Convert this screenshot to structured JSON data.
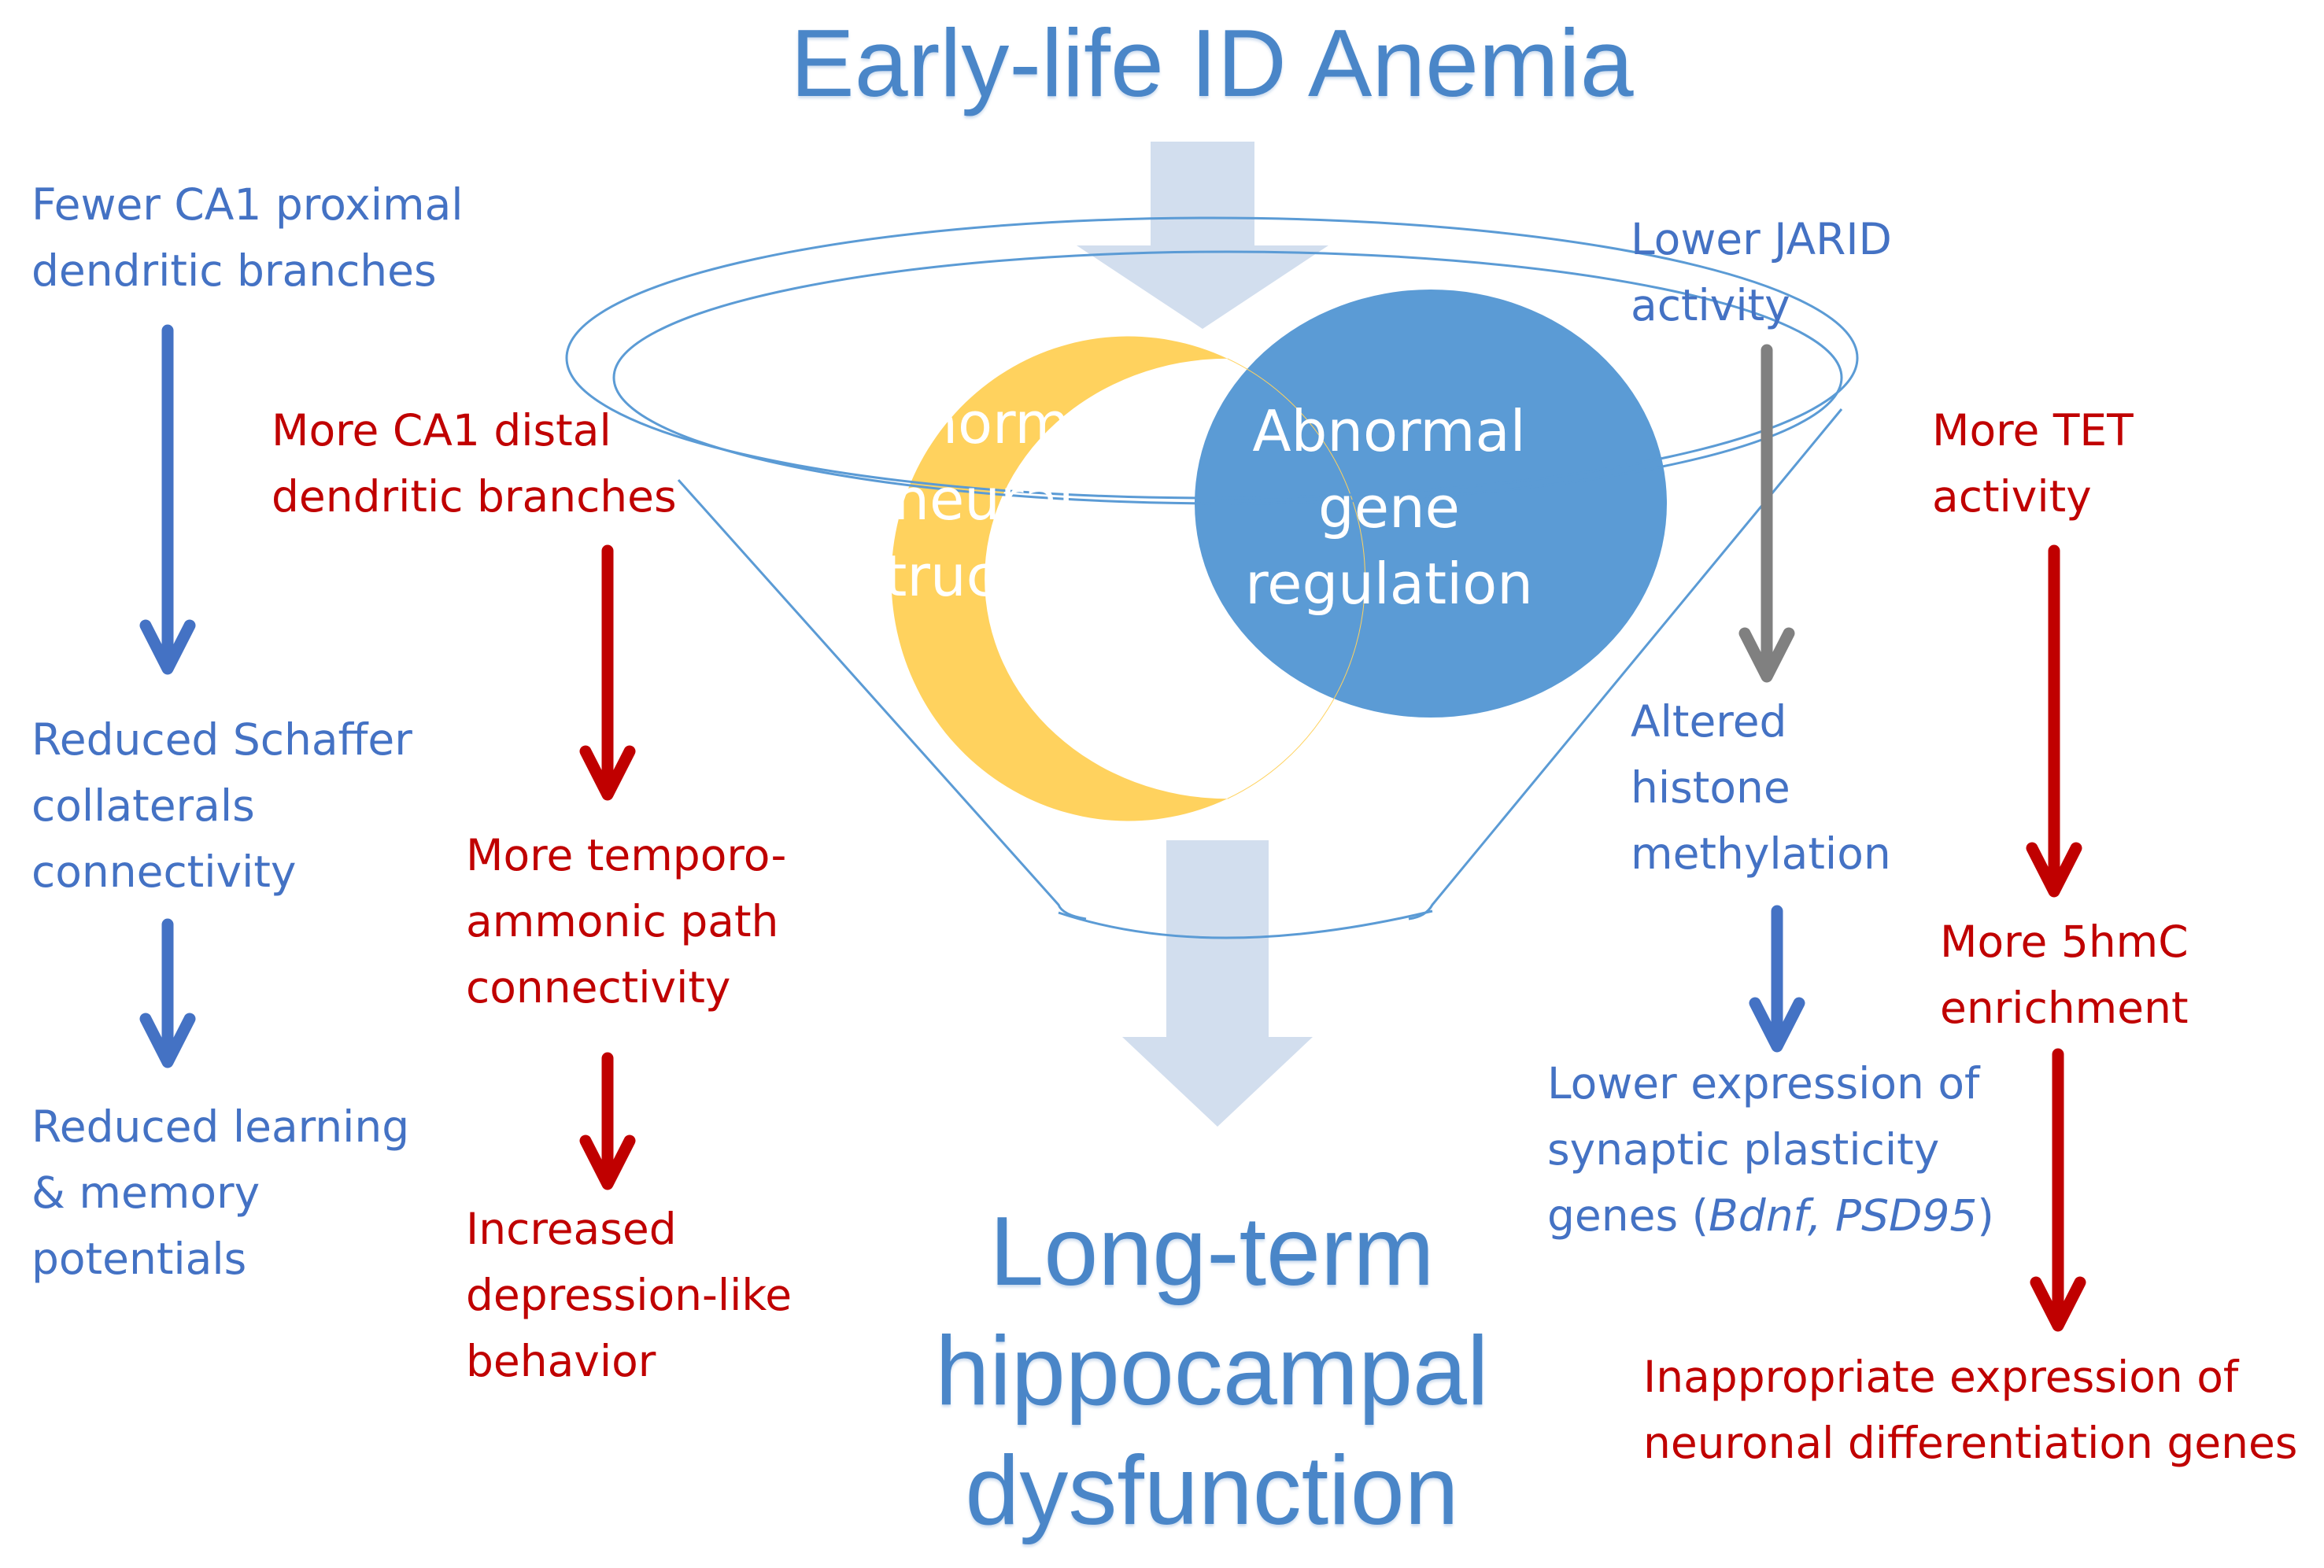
{
  "title": "Early-life ID Anemia",
  "outcome": [
    "Long-term",
    "hippocampal",
    "dysfunction"
  ],
  "center": {
    "left_circle": [
      "Abnormal",
      "neural",
      "structure"
    ],
    "right_circle": [
      "Abnormal",
      "gene",
      "regulation"
    ]
  },
  "left_blue": {
    "step1": [
      "Fewer CA1 proximal",
      "dendritic branches"
    ],
    "step2": [
      "Reduced Schaffer",
      "collaterals",
      "connectivity"
    ],
    "step3": [
      "Reduced learning",
      "& memory",
      "potentials"
    ]
  },
  "left_red": {
    "step1": [
      "More CA1 distal",
      "dendritic branches"
    ],
    "step2": [
      "More temporo-",
      "ammonic path",
      "connectivity"
    ],
    "step3": [
      "Increased",
      "depression-like",
      "behavior"
    ]
  },
  "right_gene": {
    "step1": [
      "Lower JARID",
      "activity"
    ],
    "step2": [
      "Altered",
      "histone",
      "methylation"
    ],
    "step3_lines": [
      "Lower expression of",
      "synaptic plasticity"
    ],
    "step3_prefix": "genes (",
    "step3_italic": "Bdnf, PSD95",
    "step3_suffix": ")"
  },
  "right_red": {
    "step1": [
      "More TET",
      "activity"
    ],
    "step2": [
      "More 5hmC",
      "enrichment"
    ],
    "step3": [
      "Inappropriate expression of",
      "neuronal differentiation genes"
    ]
  },
  "colors": {
    "blue_text": "#4472C4",
    "red_text": "#C00000",
    "gray_arrow": "#808080",
    "yellow_circle": "#FFD25E",
    "blue_circle": "#5B9BD5",
    "big_arrow": "#D2DEEE",
    "funnel_line": "#5B9BD5"
  },
  "icons": [
    "big-down-arrow",
    "blue-down-arrow",
    "red-down-arrow",
    "gray-down-arrow"
  ]
}
